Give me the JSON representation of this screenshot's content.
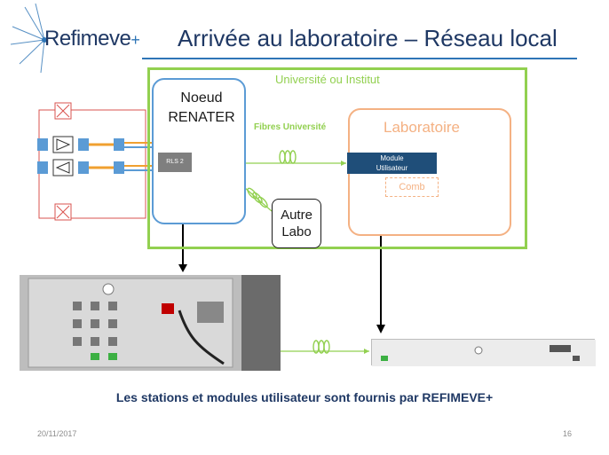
{
  "logo": {
    "text": "Refimeve",
    "plus": "+"
  },
  "slide": {
    "title": "Arrivée au laboratoire – Réseau local"
  },
  "diagram": {
    "university_label": "Université ou Institut",
    "renater_label_line1": "Noeud",
    "renater_label_line2": "RENATER",
    "rls_label": "RLS 2",
    "fibres_label": "Fibres Université",
    "labo_label": "Laboratoire",
    "module_label_line1": "Module",
    "module_label_line2": "Utilisateur",
    "comb_label": "Comb",
    "autre_label_line1": "Autre",
    "autre_label_line2": "Labo"
  },
  "caption": "Les stations et modules utilisateur sont fournis par REFIMEVE+",
  "footer": {
    "date": "20/11/2017",
    "page": "16"
  },
  "colors": {
    "title": "#1f3864",
    "university_border": "#92d050",
    "renater_border": "#5b9bd5",
    "labo_border": "#f4b183",
    "module_fill": "#1f4e79"
  }
}
